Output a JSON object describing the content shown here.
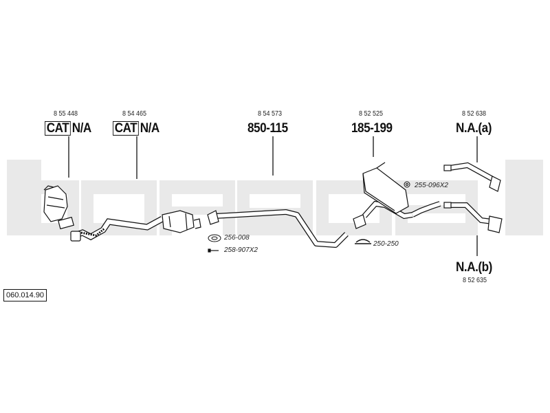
{
  "diagram_id": "060.014.90",
  "watermark": "bosal",
  "parts": [
    {
      "part_number": "8 55 448",
      "cat_label": "CAT",
      "fitment": "N/A"
    },
    {
      "part_number": "8 54 465",
      "cat_label": "CAT",
      "fitment": "N/A"
    },
    {
      "part_number": "8 54 573",
      "fitment": "850-115"
    },
    {
      "part_number": "8 52 525",
      "fitment": "185-199"
    },
    {
      "part_number": "8 52 638",
      "fitment": "N.A.(a)"
    },
    {
      "part_number": "8 52 635",
      "fitment": "N.A.(b)"
    }
  ],
  "accessories": [
    {
      "ref": "256-008",
      "icon": "gasket-icon"
    },
    {
      "ref": "258-907X2",
      "icon": "bolt-icon"
    },
    {
      "ref": "255-096X2",
      "icon": "clamp-ring-icon"
    },
    {
      "ref": "250-250",
      "icon": "u-clamp-icon"
    }
  ],
  "colors": {
    "watermark": "#e9e9e9",
    "line": "#111111"
  }
}
